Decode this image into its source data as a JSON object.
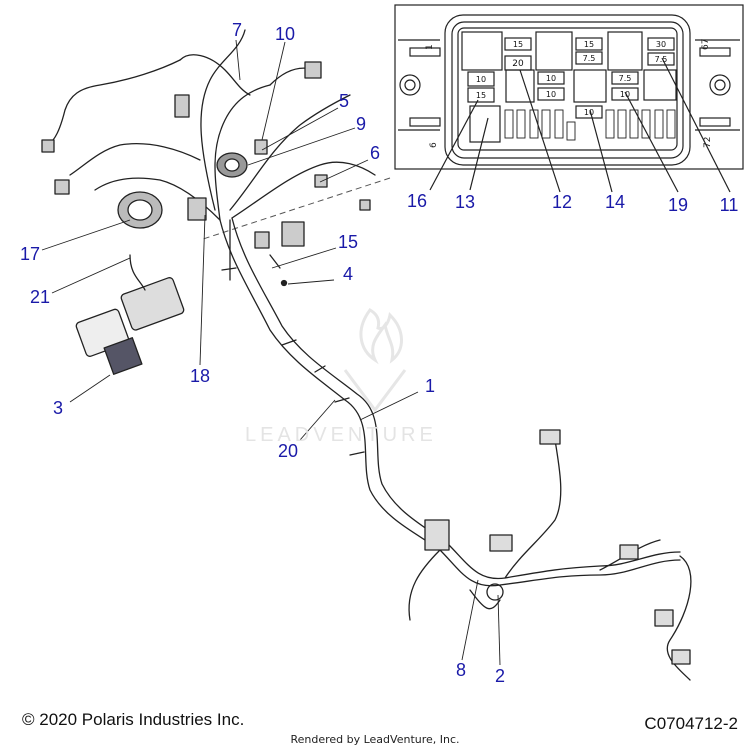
{
  "diagram": {
    "callouts": [
      {
        "id": "1",
        "label": "1"
      },
      {
        "id": "2",
        "label": "2"
      },
      {
        "id": "3",
        "label": "3"
      },
      {
        "id": "4",
        "label": "4"
      },
      {
        "id": "5",
        "label": "5"
      },
      {
        "id": "6",
        "label": "6"
      },
      {
        "id": "7",
        "label": "7"
      },
      {
        "id": "8",
        "label": "8"
      },
      {
        "id": "9",
        "label": "9"
      },
      {
        "id": "10",
        "label": "10"
      },
      {
        "id": "11",
        "label": "11"
      },
      {
        "id": "12",
        "label": "12"
      },
      {
        "id": "13",
        "label": "13"
      },
      {
        "id": "14",
        "label": "14"
      },
      {
        "id": "15",
        "label": "15"
      },
      {
        "id": "16",
        "label": "16"
      },
      {
        "id": "17",
        "label": "17"
      },
      {
        "id": "18",
        "label": "18"
      },
      {
        "id": "19",
        "label": "19"
      },
      {
        "id": "20",
        "label": "20"
      },
      {
        "id": "21",
        "label": "21"
      }
    ],
    "inset_fuses": [
      "15",
      "20",
      "10",
      "15",
      "10",
      "15",
      "7.5",
      "10",
      "10",
      "7.5",
      "10",
      "30",
      "7.5"
    ],
    "inset_pin_labels": [
      "1",
      "67",
      "6",
      "72"
    ]
  },
  "footer": {
    "copyright": "© 2020 Polaris Industries Inc.",
    "rendered_by": "Rendered by LeadVenture, Inc.",
    "code": "C0704712-2"
  },
  "watermark": "LEADVENTURE",
  "colors": {
    "callout": "#1a1aa8",
    "line": "#222222",
    "watermark": "#e4e4e4"
  }
}
